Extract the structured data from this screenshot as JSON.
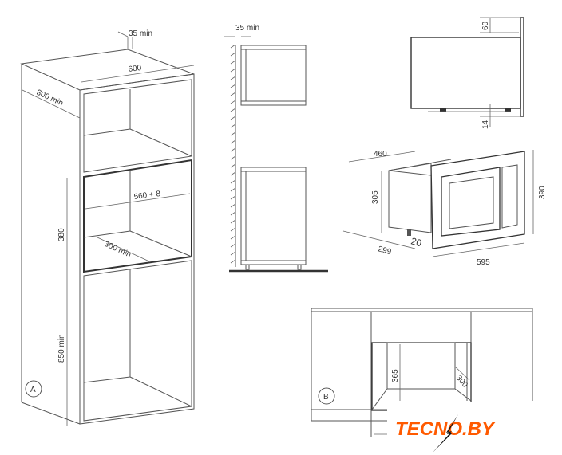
{
  "drawing_a": {
    "marker": "A",
    "top_gap": "35 min",
    "width": "600",
    "depth": "300 min",
    "opening_width": "560 + 8",
    "opening_height": "380",
    "opening_depth": "300 min",
    "base_height": "850 min"
  },
  "side_section": {
    "wall_gap": "35 min"
  },
  "side_view": {
    "top_offset": "60",
    "bottom_offset": "14"
  },
  "appliance": {
    "depth": "460",
    "body_height": "305",
    "total_height": "390",
    "body_depth": "299",
    "frame_depth": "20",
    "total_width": "595"
  },
  "drawing_b": {
    "marker": "B",
    "opening_height": "365",
    "opening_depth": "300"
  },
  "logo": {
    "text": "TECNO.BY",
    "color": "#ff5a00"
  }
}
